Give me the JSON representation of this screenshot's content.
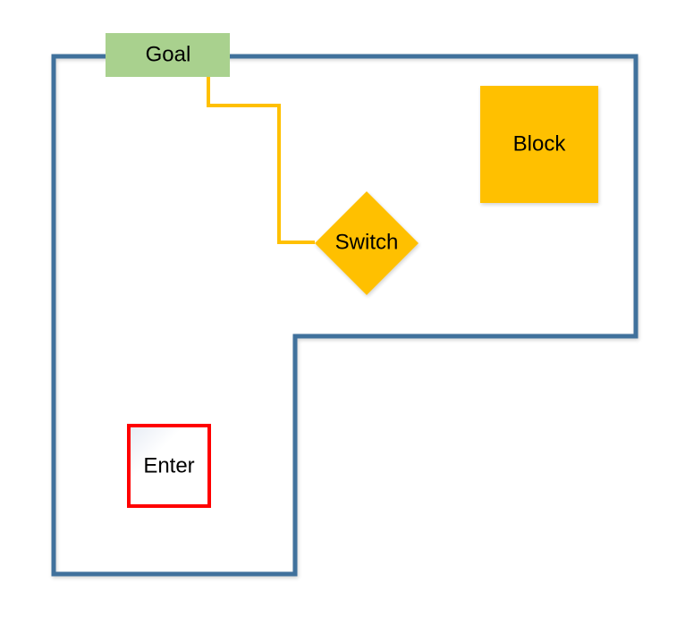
{
  "diagram": {
    "nodes": {
      "goal": {
        "label": "Goal",
        "fill": "#a9d18e"
      },
      "block": {
        "label": "Block",
        "fill": "#ffc000"
      },
      "switch": {
        "label": "Switch",
        "fill": "#ffc000"
      },
      "enter": {
        "label": "Enter",
        "stroke": "#ff0000"
      }
    },
    "colors": {
      "wall": "#41719c",
      "connector": "#ffc000",
      "text": "#000000"
    },
    "connectors": [
      {
        "from": "goal",
        "to": "switch"
      }
    ]
  }
}
